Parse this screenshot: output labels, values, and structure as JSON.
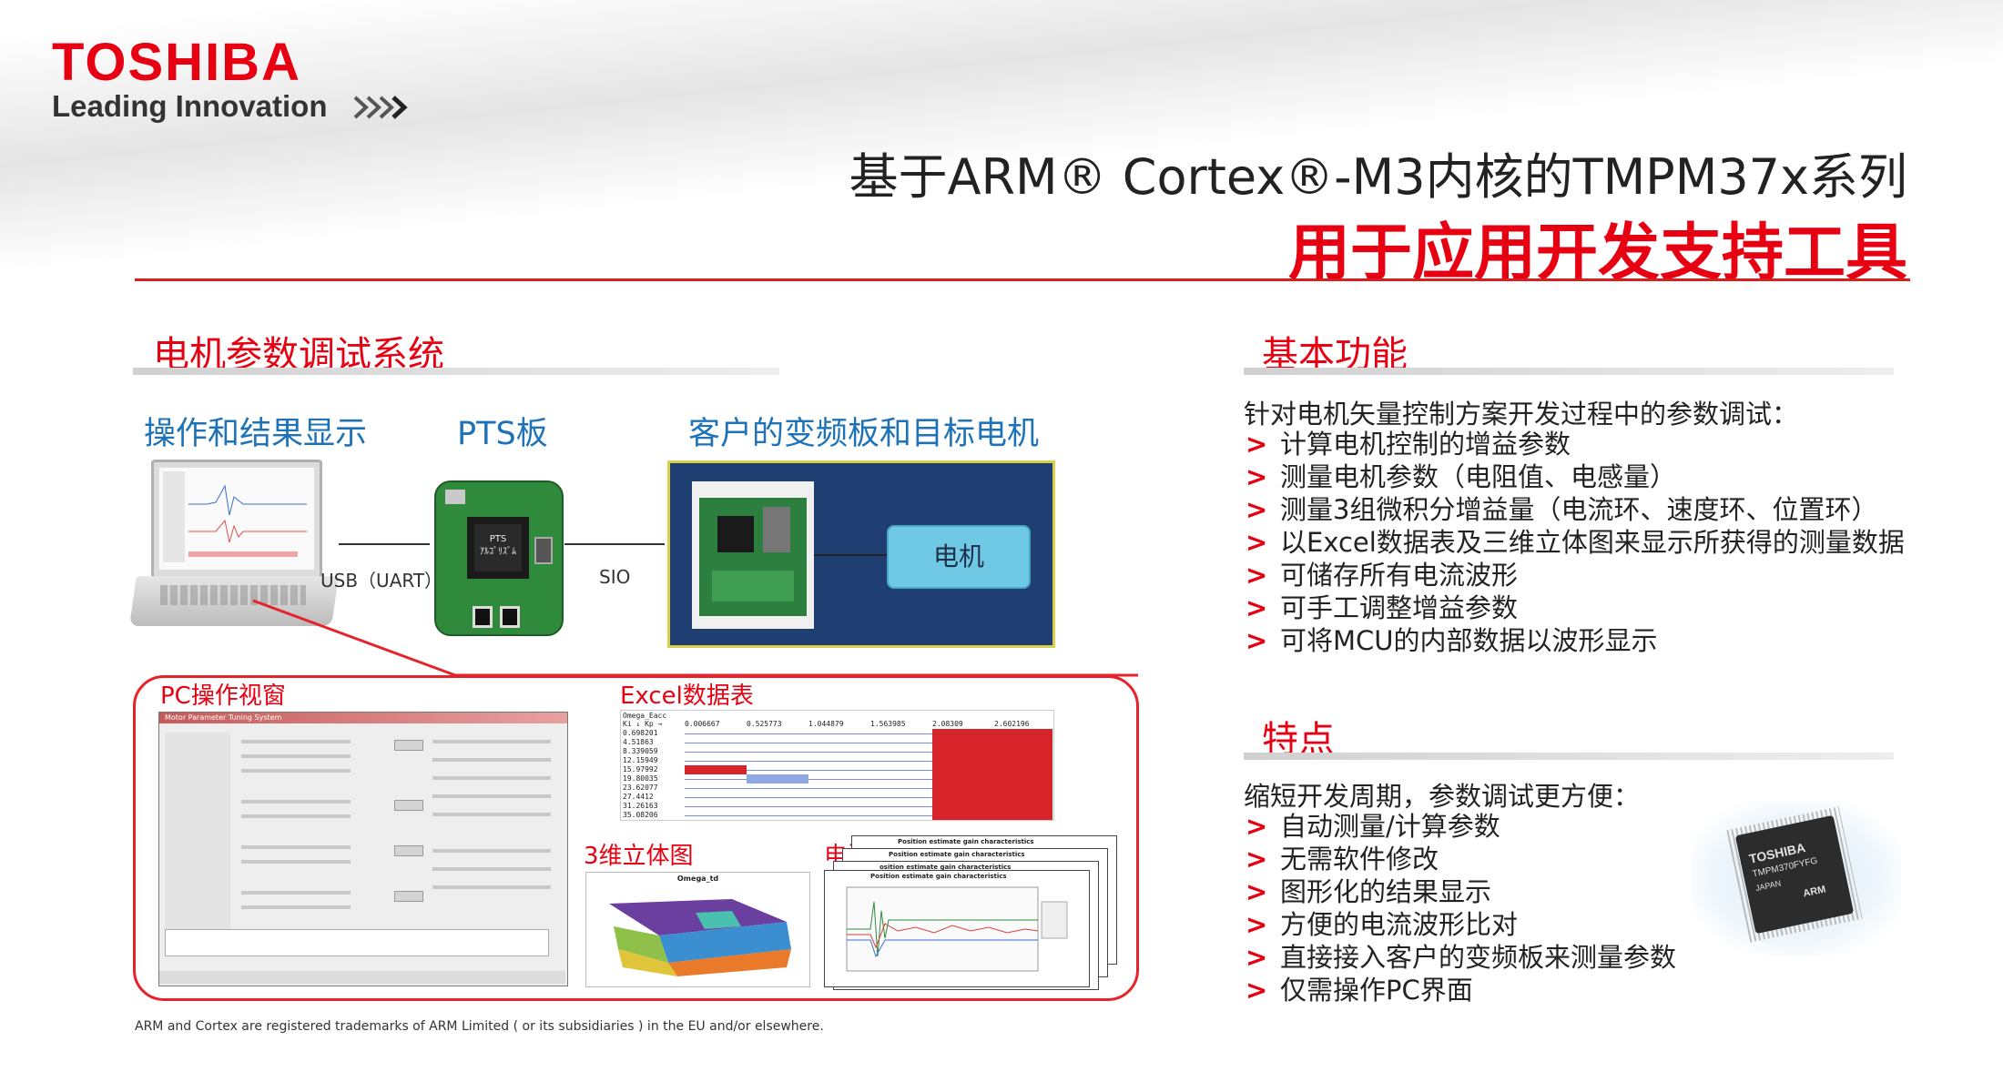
{
  "brand": {
    "logo": "TOSHIBA",
    "tagline": "Leading Innovation",
    "accent": "#e60012"
  },
  "title": {
    "line1": "基于ARM® Cortex®-M3内核的TMPM37x系列",
    "line2": "用于应用开发支持工具"
  },
  "left_section": {
    "heading": "电机参数调试系统",
    "labels": {
      "operation": "操作和结果显示",
      "pts": "PTS板",
      "customer": "客户的变频板和目标电机"
    },
    "pts_chip": {
      "line1": "PTS",
      "line2": "ｱﾙｺﾞﾘｽﾞﾑ"
    },
    "motor": "电机",
    "link1": "USB（UART）",
    "link2": "SIO",
    "callouts": {
      "pc_window": "PC操作视窗",
      "excel": "Excel数据表",
      "three_d": "3维立体图",
      "waveform": "电流波形"
    },
    "pc_window_title": "Motor Parameter Tuning System",
    "excel_sheet": {
      "sheet_name": "Omega_Eacc",
      "header": [
        "Ki ↓ Kp →",
        "0.006667",
        "0.525773",
        "1.044879",
        "1.563985",
        "2.08309",
        "2.602196"
      ],
      "row_labels": [
        "0.698201",
        "4.51863",
        "8.339059",
        "12.15949",
        "15.97992",
        "19.80035",
        "23.62077",
        "27.4412",
        "31.26163",
        "35.08206"
      ]
    },
    "chart_3d_title": "Omega_td",
    "waveform_titles": [
      "Position estimate gain characteristics",
      "Position estimate gain characteristics",
      "osition estimate gain characteristics",
      "Position estimate gain characteristics"
    ]
  },
  "basic": {
    "heading": "基本功能",
    "intro": "针对电机矢量控制方案开发过程中的参数调试：",
    "items": [
      "计算电机控制的增益参数",
      "测量电机参数（电阻值、电感量）",
      "测量3组微积分增益量（电流环、速度环、位置环）",
      "以Excel数据表及三维立体图来显示所获得的测量数据",
      "可储存所有电流波形",
      "可手工调整增益参数",
      "可将MCU的内部数据以波形显示"
    ]
  },
  "features": {
    "heading": "特点",
    "intro": "缩短开发周期，参数调试更方便：",
    "items": [
      "自动测量/计算参数",
      "无需软件修改",
      "图形化的结果显示",
      "方便的电流波形比对",
      "直接接入客户的变频板来测量参数",
      "仅需操作PC界面"
    ],
    "chip_text": [
      "TOSHIBA",
      "TMPM370FYFG",
      "JAPAN",
      "ARM"
    ]
  },
  "footnote": "ARM and Cortex are registered trademarks of ARM Limited ( or its subsidiaries ) in the EU and/or elsewhere."
}
